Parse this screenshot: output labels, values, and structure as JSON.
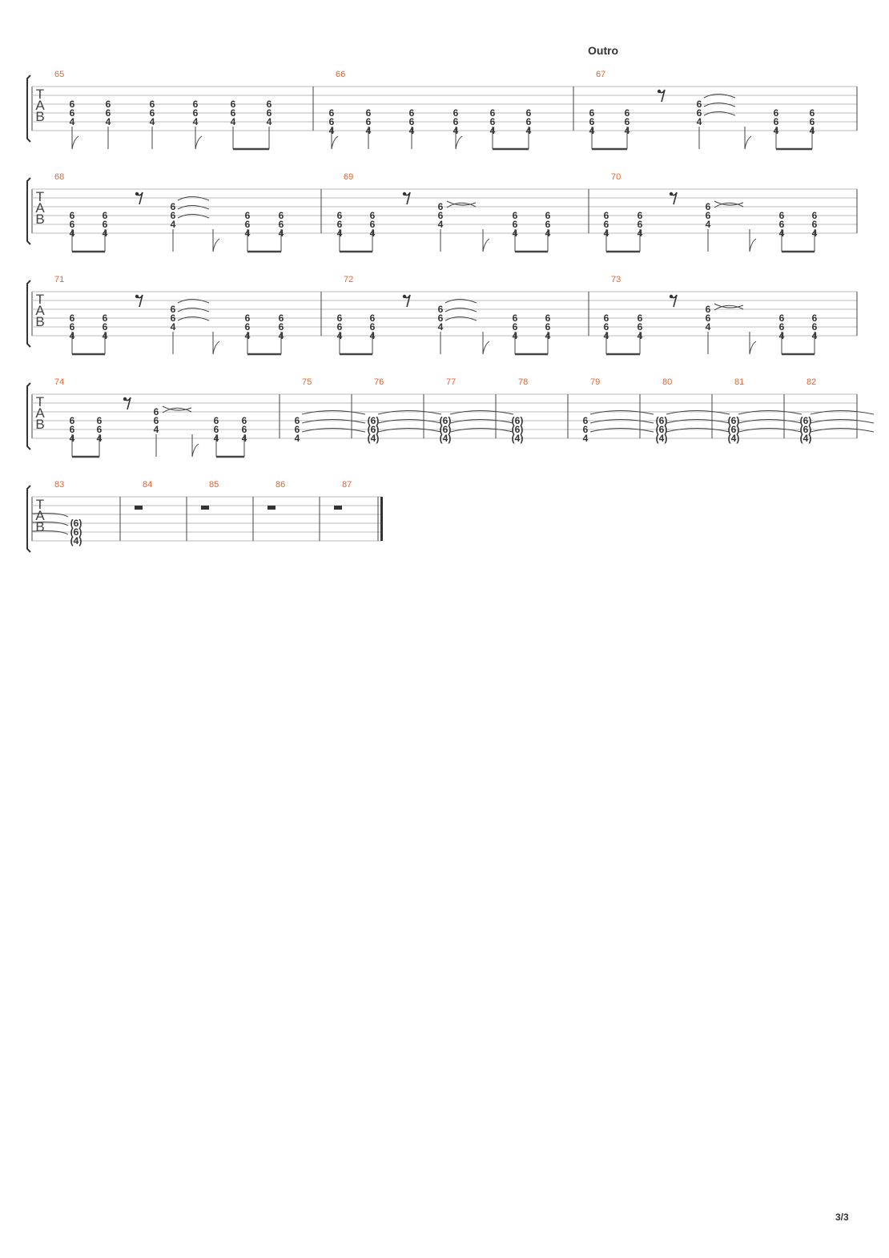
{
  "page": {
    "section_label": "Outro",
    "page_number": "3/3",
    "tab_clef": [
      "T",
      "A",
      "B"
    ],
    "accent_color": "#e8642c"
  },
  "systems": [
    {
      "measures": [
        {
          "number": "65",
          "beats": [
            {
              "frets": [
                "6",
                "6",
                "4"
              ],
              "stem": "flag"
            },
            {
              "frets": [
                "6",
                "6",
                "4"
              ],
              "stem": "plain"
            },
            {
              "frets": [
                "6",
                "6",
                "4"
              ],
              "stem": "plain"
            },
            {
              "frets": [
                "6",
                "6",
                "4"
              ],
              "stem": "flag"
            },
            {
              "frets": [
                "6",
                "6",
                "4"
              ],
              "stem": "beam-start"
            },
            {
              "frets": [
                "6",
                "6",
                "4"
              ],
              "stem": "beam-end"
            }
          ]
        },
        {
          "number": "66",
          "beats": [
            {
              "frets": [
                "6",
                "6",
                "4"
              ],
              "stem": "flag"
            },
            {
              "frets": [
                "6",
                "6",
                "4"
              ],
              "stem": "plain"
            },
            {
              "frets": [
                "6",
                "6",
                "4"
              ],
              "stem": "plain"
            },
            {
              "frets": [
                "6",
                "6",
                "4"
              ],
              "stem": "flag"
            },
            {
              "frets": [
                "6",
                "6",
                "4"
              ],
              "stem": "beam-start"
            },
            {
              "frets": [
                "6",
                "6",
                "4"
              ],
              "stem": "beam-end"
            }
          ]
        },
        {
          "number": "67",
          "beats": [
            {
              "frets": [
                "6",
                "6",
                "4"
              ],
              "stem": "beam-start"
            },
            {
              "frets": [
                "6",
                "6",
                "4"
              ],
              "stem": "beam-end"
            },
            {
              "rest": "eighth"
            },
            {
              "frets": [
                "6",
                "6",
                "4"
              ],
              "stem": "plain",
              "tie": "tie-3"
            },
            {
              "stem": "flag-only"
            },
            {
              "frets": [
                "6",
                "6",
                "4"
              ],
              "stem": "beam-start"
            },
            {
              "frets": [
                "6",
                "6",
                "4"
              ],
              "stem": "beam-end"
            }
          ]
        }
      ]
    },
    {
      "measures": [
        {
          "number": "68",
          "beats": [
            {
              "frets": [
                "6",
                "6",
                "4"
              ],
              "stem": "beam-start"
            },
            {
              "frets": [
                "6",
                "6",
                "4"
              ],
              "stem": "beam-end"
            },
            {
              "rest": "eighth"
            },
            {
              "frets": [
                "6",
                "6",
                "4"
              ],
              "stem": "plain",
              "tie": "tie-3"
            },
            {
              "stem": "flag-only"
            },
            {
              "frets": [
                "6",
                "6",
                "4"
              ],
              "stem": "beam-start"
            },
            {
              "frets": [
                "6",
                "6",
                "4"
              ],
              "stem": "beam-end"
            }
          ]
        },
        {
          "number": "69",
          "beats": [
            {
              "frets": [
                "6",
                "6",
                "4"
              ],
              "stem": "beam-start"
            },
            {
              "frets": [
                "6",
                "6",
                "4"
              ],
              "stem": "beam-end"
            },
            {
              "rest": "eighth"
            },
            {
              "frets": [
                "6",
                "6",
                "4"
              ],
              "stem": "plain",
              "tie": "cross"
            },
            {
              "stem": "flag-only"
            },
            {
              "frets": [
                "6",
                "6",
                "4"
              ],
              "stem": "beam-start"
            },
            {
              "frets": [
                "6",
                "6",
                "4"
              ],
              "stem": "beam-end"
            }
          ]
        },
        {
          "number": "70",
          "beats": [
            {
              "frets": [
                "6",
                "6",
                "4"
              ],
              "stem": "beam-start"
            },
            {
              "frets": [
                "6",
                "6",
                "4"
              ],
              "stem": "beam-end"
            },
            {
              "rest": "eighth"
            },
            {
              "frets": [
                "6",
                "6",
                "4"
              ],
              "stem": "plain",
              "tie": "cross"
            },
            {
              "stem": "flag-only"
            },
            {
              "frets": [
                "6",
                "6",
                "4"
              ],
              "stem": "beam-start"
            },
            {
              "frets": [
                "6",
                "6",
                "4"
              ],
              "stem": "beam-end"
            }
          ]
        }
      ]
    },
    {
      "measures": [
        {
          "number": "71",
          "beats": [
            {
              "frets": [
                "6",
                "6",
                "4"
              ],
              "stem": "beam-start"
            },
            {
              "frets": [
                "6",
                "6",
                "4"
              ],
              "stem": "beam-end"
            },
            {
              "rest": "eighth"
            },
            {
              "frets": [
                "6",
                "6",
                "4"
              ],
              "stem": "plain",
              "tie": "tie-3"
            },
            {
              "stem": "flag-only"
            },
            {
              "frets": [
                "6",
                "6",
                "4"
              ],
              "stem": "beam-start"
            },
            {
              "frets": [
                "6",
                "6",
                "4"
              ],
              "stem": "beam-end"
            }
          ]
        },
        {
          "number": "72",
          "beats": [
            {
              "frets": [
                "6",
                "6",
                "4"
              ],
              "stem": "beam-start"
            },
            {
              "frets": [
                "6",
                "6",
                "4"
              ],
              "stem": "beam-end"
            },
            {
              "rest": "eighth"
            },
            {
              "frets": [
                "6",
                "6",
                "4"
              ],
              "stem": "plain",
              "tie": "tie-3"
            },
            {
              "stem": "flag-only"
            },
            {
              "frets": [
                "6",
                "6",
                "4"
              ],
              "stem": "beam-start"
            },
            {
              "frets": [
                "6",
                "6",
                "4"
              ],
              "stem": "beam-end"
            }
          ]
        },
        {
          "number": "73",
          "beats": [
            {
              "frets": [
                "6",
                "6",
                "4"
              ],
              "stem": "beam-start"
            },
            {
              "frets": [
                "6",
                "6",
                "4"
              ],
              "stem": "beam-end"
            },
            {
              "rest": "eighth"
            },
            {
              "frets": [
                "6",
                "6",
                "4"
              ],
              "stem": "plain",
              "tie": "cross"
            },
            {
              "stem": "flag-only"
            },
            {
              "frets": [
                "6",
                "6",
                "4"
              ],
              "stem": "beam-start"
            },
            {
              "frets": [
                "6",
                "6",
                "4"
              ],
              "stem": "beam-end"
            }
          ]
        }
      ]
    },
    {
      "measures": [
        {
          "number": "74",
          "beats": [
            {
              "frets": [
                "6",
                "6",
                "4"
              ],
              "stem": "beam-start"
            },
            {
              "frets": [
                "6",
                "6",
                "4"
              ],
              "stem": "beam-end"
            },
            {
              "rest": "eighth"
            },
            {
              "frets": [
                "6",
                "6",
                "4"
              ],
              "stem": "plain",
              "tie": "cross"
            },
            {
              "stem": "flag-only"
            },
            {
              "frets": [
                "6",
                "6",
                "4"
              ],
              "stem": "beam-start"
            },
            {
              "frets": [
                "6",
                "6",
                "4"
              ],
              "stem": "beam-end"
            }
          ]
        },
        {
          "number": "75",
          "beats": [
            {
              "frets": [
                "6",
                "6",
                "4"
              ],
              "stem": "none",
              "tie": "tie-3"
            }
          ]
        },
        {
          "number": "76",
          "beats": [
            {
              "frets": [
                "(6)",
                "(6)",
                "(4)"
              ],
              "stem": "none",
              "tie": "tie-3"
            }
          ]
        },
        {
          "number": "77",
          "beats": [
            {
              "frets": [
                "(6)",
                "(6)",
                "(4)"
              ],
              "stem": "none",
              "tie": "tie-3"
            }
          ]
        },
        {
          "number": "78",
          "beats": [
            {
              "frets": [
                "(6)",
                "(6)",
                "(4)"
              ],
              "stem": "none"
            }
          ]
        },
        {
          "number": "79",
          "beats": [
            {
              "frets": [
                "6",
                "6",
                "4"
              ],
              "stem": "none",
              "tie": "tie-3"
            }
          ]
        },
        {
          "number": "80",
          "beats": [
            {
              "frets": [
                "(6)",
                "(6)",
                "(4)"
              ],
              "stem": "none",
              "tie": "tie-3"
            }
          ]
        },
        {
          "number": "81",
          "beats": [
            {
              "frets": [
                "(6)",
                "(6)",
                "(4)"
              ],
              "stem": "none",
              "tie": "tie-3"
            }
          ]
        },
        {
          "number": "82",
          "beats": [
            {
              "frets": [
                "(6)",
                "(6)",
                "(4)"
              ],
              "stem": "none",
              "tie": "tie-3"
            }
          ]
        }
      ]
    },
    {
      "measures": [
        {
          "number": "83",
          "beats": [
            {
              "frets": [
                "(6)",
                "(6)",
                "(4)"
              ],
              "stem": "none",
              "tie": "incoming"
            }
          ]
        },
        {
          "number": "84",
          "beats": [
            {
              "rest": "half"
            }
          ]
        },
        {
          "number": "85",
          "beats": [
            {
              "rest": "half"
            }
          ]
        },
        {
          "number": "86",
          "beats": [
            {
              "rest": "half"
            }
          ]
        },
        {
          "number": "87",
          "beats": [
            {
              "rest": "half"
            }
          ]
        }
      ]
    }
  ]
}
